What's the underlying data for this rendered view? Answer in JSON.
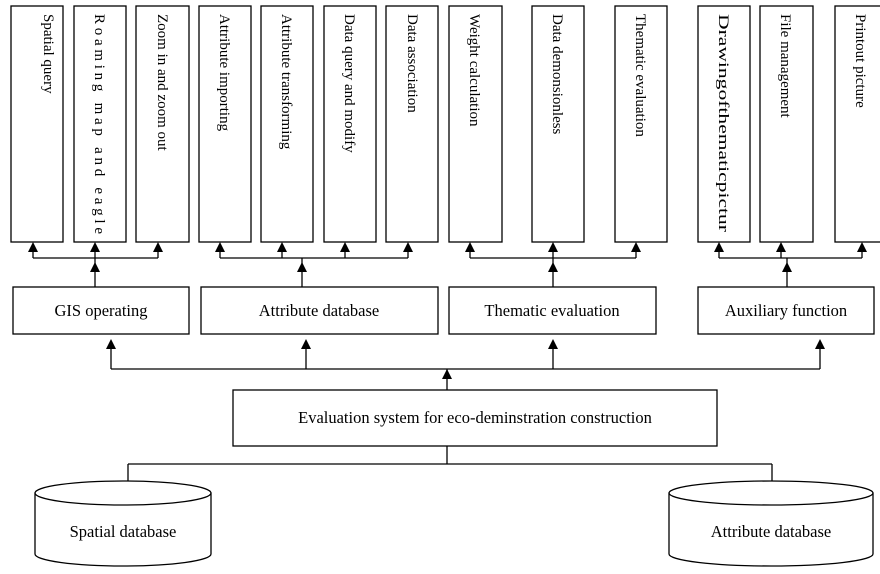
{
  "system": {
    "label": "Evaluation system for eco-deminstration construction"
  },
  "databases": [
    {
      "label": "Spatial database"
    },
    {
      "label": "Attribute database"
    }
  ],
  "modules": [
    {
      "label": "GIS operating",
      "functions": [
        "Spatial query",
        "Roaming map and eagle",
        "Zoom in and zoom out"
      ]
    },
    {
      "label": "Attribute database",
      "functions": [
        "Attribute importing",
        "Attribute transforming",
        "Data query and modify",
        "Data association"
      ]
    },
    {
      "label": "Thematic evaluation",
      "functions": [
        "Weight calculation",
        "Data demonsionless",
        "Thematic evaluation"
      ]
    },
    {
      "label": "Auxiliary function",
      "functions": [
        "Drawingofthematicpictur",
        "File management",
        "Printout picture"
      ]
    }
  ]
}
